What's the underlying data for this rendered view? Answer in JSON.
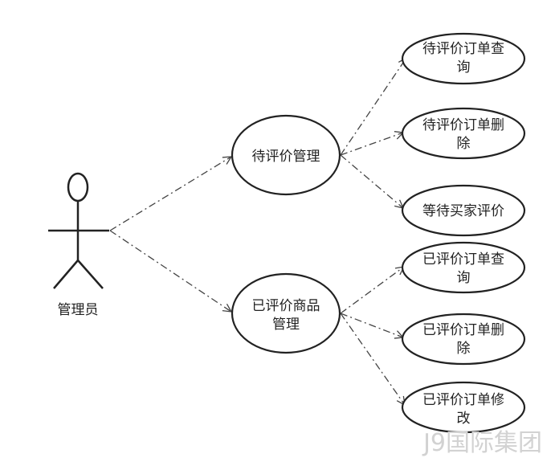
{
  "actor": {
    "label": "管理员"
  },
  "nodes": {
    "pending": {
      "line1": "待评价管理",
      "line2": ""
    },
    "reviewed": {
      "line1": "已评价商品",
      "line2": "管理"
    },
    "pending_query": {
      "line1": "待评价订单查",
      "line2": "询"
    },
    "pending_delete": {
      "line1": "待评价订单删",
      "line2": "除"
    },
    "await_buyer": {
      "line1": "等待买家评价",
      "line2": ""
    },
    "reviewed_query": {
      "line1": "已评价订单查",
      "line2": "询"
    },
    "reviewed_delete": {
      "line1": "已评价订单删",
      "line2": "除"
    },
    "reviewed_modify": {
      "line1": "已评价订单修",
      "line2": "改"
    }
  },
  "watermark": "J9国际集团"
}
